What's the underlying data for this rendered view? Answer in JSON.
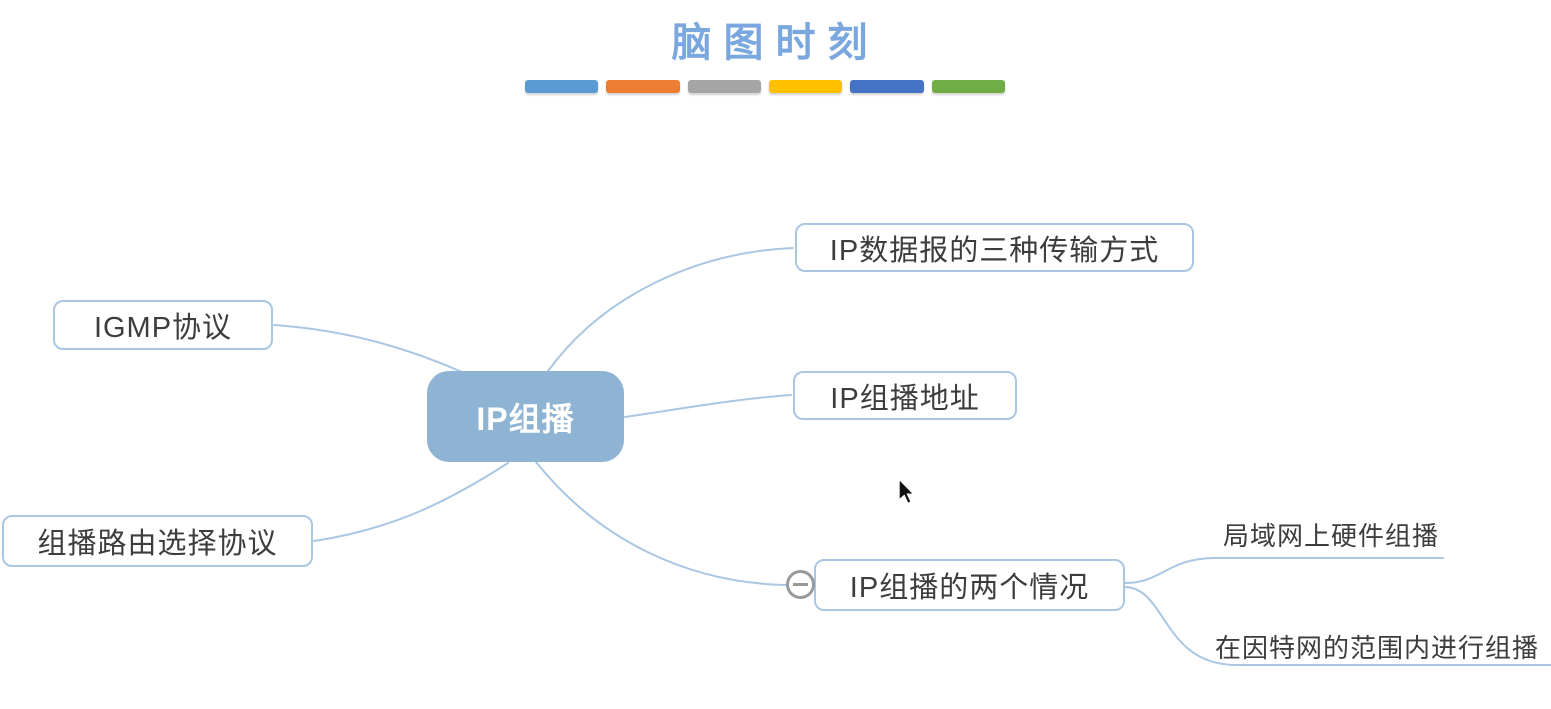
{
  "header": {
    "title": "脑图时刻",
    "title_color": "#79A7DE",
    "divider_bars": [
      {
        "name": "light-blue",
        "color": "#5B9BD5"
      },
      {
        "name": "orange",
        "color": "#ED7D31"
      },
      {
        "name": "gray",
        "color": "#A5A5A5"
      },
      {
        "name": "yellow",
        "color": "#FFC000"
      },
      {
        "name": "dark-blue",
        "color": "#4472C4"
      },
      {
        "name": "green",
        "color": "#70AD47"
      }
    ]
  },
  "mindmap": {
    "style": {
      "connector_color": "#A9C7E3",
      "node_border_color": "#A9C7E3",
      "root_fill": "#8FB4D3",
      "root_text_color": "#FFFFFF",
      "node_text_color": "#3D3D3D",
      "collapse_icon_color": "#9A9A9A"
    },
    "root": {
      "label": "IP组播"
    },
    "branches": [
      {
        "label": "IP数据报的三种传输方式"
      },
      {
        "label": "IGMP协议"
      },
      {
        "label": "IP组播地址"
      },
      {
        "label": "组播路由选择协议"
      },
      {
        "label": "IP组播的两个情况",
        "collapse_control": "minus",
        "children": [
          {
            "label": "局域网上硬件组播"
          },
          {
            "label": "在因特网的范围内进行组播"
          }
        ]
      }
    ]
  },
  "cursor": {
    "type": "arrow-pointer"
  }
}
